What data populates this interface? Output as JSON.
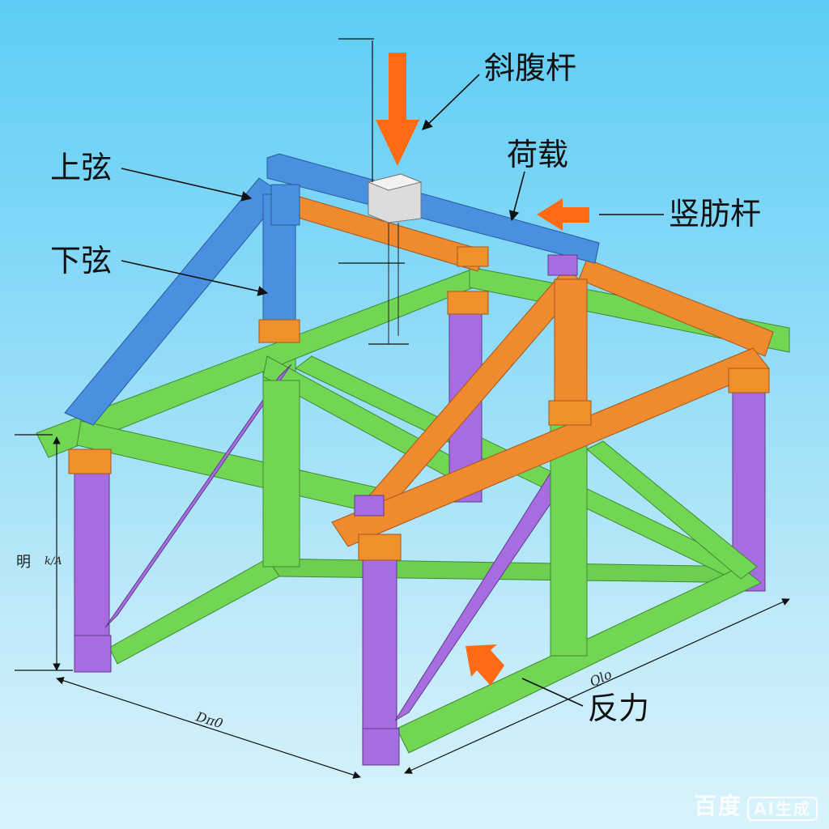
{
  "labels": {
    "top_chord": "上弦",
    "bottom_chord": "下弦",
    "diagonal": "斜腹杆",
    "load": "荷载",
    "vertical": "竖肪杆",
    "reaction": "反力"
  },
  "dimensions": {
    "height_a": "明",
    "height_b": "k/A",
    "width": "Dπ0",
    "depth": "Qlo"
  },
  "watermark": {
    "brand": "百度",
    "badge": "AI生成"
  },
  "colors": {
    "background_top": "#5ccdf6",
    "top_chord": "#4a90e0",
    "bottom_green": "#72d655",
    "purple": "#a66ce0",
    "orange_member": "#f08a2e",
    "gusset": "#f0902a",
    "arrow": "#ff6a12"
  }
}
